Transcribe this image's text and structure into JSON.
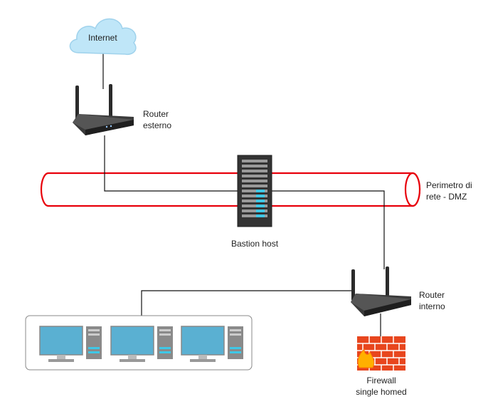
{
  "nodes": {
    "internet": {
      "label": "Internet"
    },
    "router_esterno": {
      "label_line1": "Router",
      "label_line2": "esterno"
    },
    "dmz": {
      "label_line1": "Perimetro di",
      "label_line2": "rete - DMZ"
    },
    "bastion": {
      "label": "Bastion host"
    },
    "router_interno": {
      "label_line1": "Router",
      "label_line2": "interno"
    },
    "firewall": {
      "label_line1": "Firewall",
      "label_line2": "single homed"
    }
  },
  "colors": {
    "dmz_tube": "#e8000b",
    "cloud": "#bfe6f8",
    "router": "#2b2b2b",
    "server": "#333333",
    "server_light": "#3fc7e6",
    "monitor": "#5ab0d2",
    "brick": "#e8461e"
  },
  "icons": [
    "cloud-icon",
    "wireless-router-icon",
    "server-rack-icon",
    "desktop-computer-icon",
    "firewall-icon"
  ]
}
